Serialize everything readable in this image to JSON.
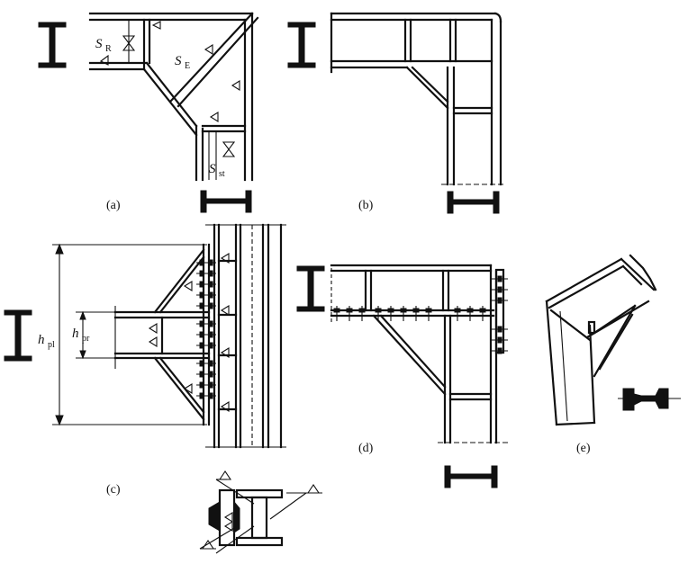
{
  "panels": {
    "a": {
      "caption": "(a)",
      "label_sr": "S",
      "label_sr_sub": "R",
      "label_se": "S",
      "label_se_sub": "E",
      "label_sst": "S",
      "label_sst_sub": "st"
    },
    "b": {
      "caption": "(b)"
    },
    "c": {
      "caption": "(c)",
      "label_hpl": "h",
      "label_hpl_sub": "pl",
      "label_hpr": "h",
      "label_hpr_sub": "pr"
    },
    "d": {
      "caption": "(d)"
    },
    "e": {
      "caption": "(e)"
    }
  }
}
